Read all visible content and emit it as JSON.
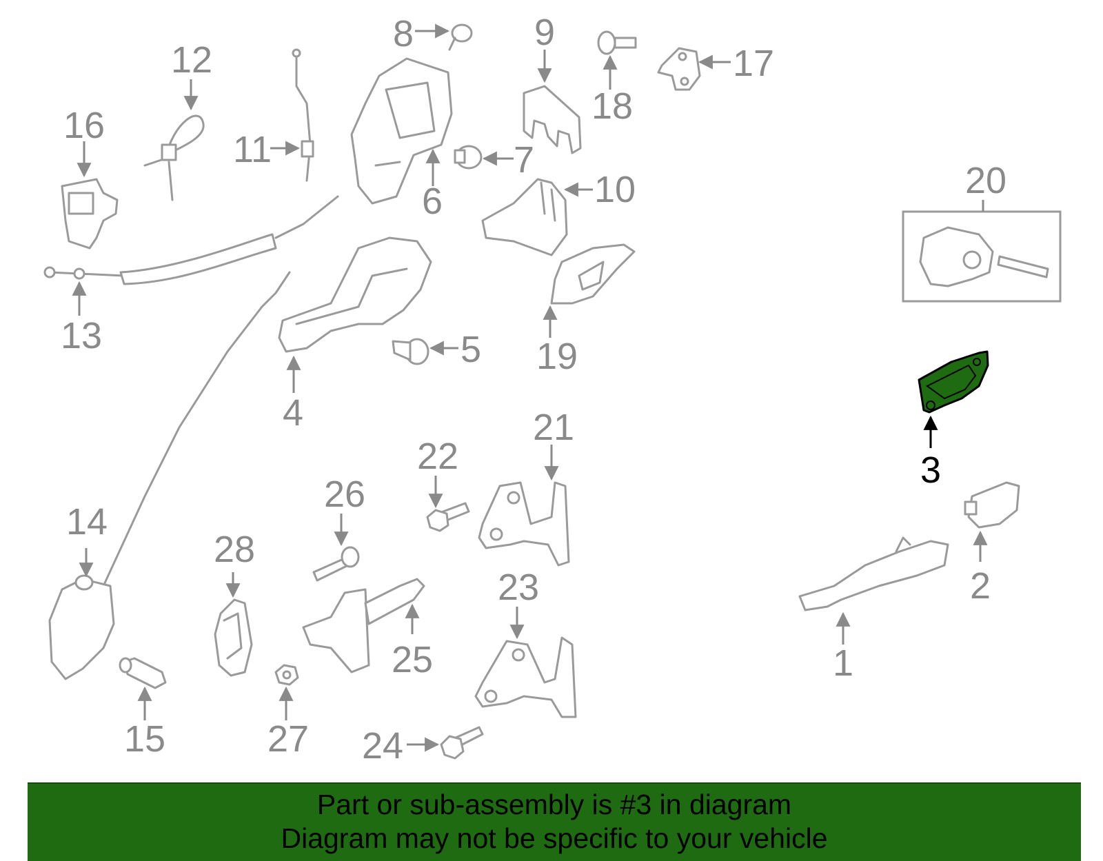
{
  "callouts": [
    "1",
    "2",
    "3",
    "4",
    "5",
    "6",
    "7",
    "8",
    "9",
    "10",
    "11",
    "12",
    "13",
    "14",
    "15",
    "16",
    "17",
    "18",
    "19",
    "20",
    "21",
    "22",
    "23",
    "24",
    "25",
    "26",
    "27",
    "28"
  ],
  "highlighted_part": "3",
  "banner": {
    "line1": "Part or sub-assembly is #3 in diagram",
    "line2": "Diagram may not be specific to your vehicle"
  },
  "colors": {
    "highlight": "#1e6b12",
    "line_art": "#9a9a9a",
    "label": "#8a8a8a"
  }
}
